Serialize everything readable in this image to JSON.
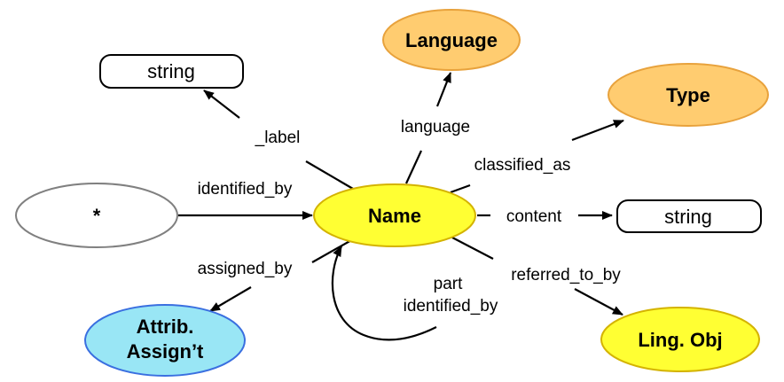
{
  "nodes": {
    "language": {
      "label": "Language",
      "fill": "#FFCC70",
      "stroke": "#E8A23C"
    },
    "type": {
      "label": "Type",
      "fill": "#FFCC70",
      "stroke": "#E8A23C"
    },
    "string_top": {
      "label": "string",
      "fill": "#FFFFFF",
      "stroke": "#000000"
    },
    "string_right": {
      "label": "string",
      "fill": "#FFFFFF",
      "stroke": "#000000"
    },
    "star": {
      "label": "*",
      "fill": "#FFFFFF",
      "stroke": "#808080"
    },
    "name": {
      "label": "Name",
      "fill": "#FFFF33",
      "stroke": "#D4B300"
    },
    "attrib": {
      "label_line1": "Attrib.",
      "label_line2": "Assign’t",
      "fill": "#99E6F5",
      "stroke": "#3A6FE0"
    },
    "ling_obj": {
      "label": "Ling. Obj",
      "fill": "#FFFF33",
      "stroke": "#D4B300"
    }
  },
  "edges": {
    "label": "_label",
    "language": "language",
    "classified_as": "classified_as",
    "identified_by": "identified_by",
    "content": "content",
    "assigned_by": "assigned_by",
    "referred_to_by": "referred_to_by",
    "part_identified_by_line1": "part",
    "part_identified_by_line2": "identified_by"
  }
}
